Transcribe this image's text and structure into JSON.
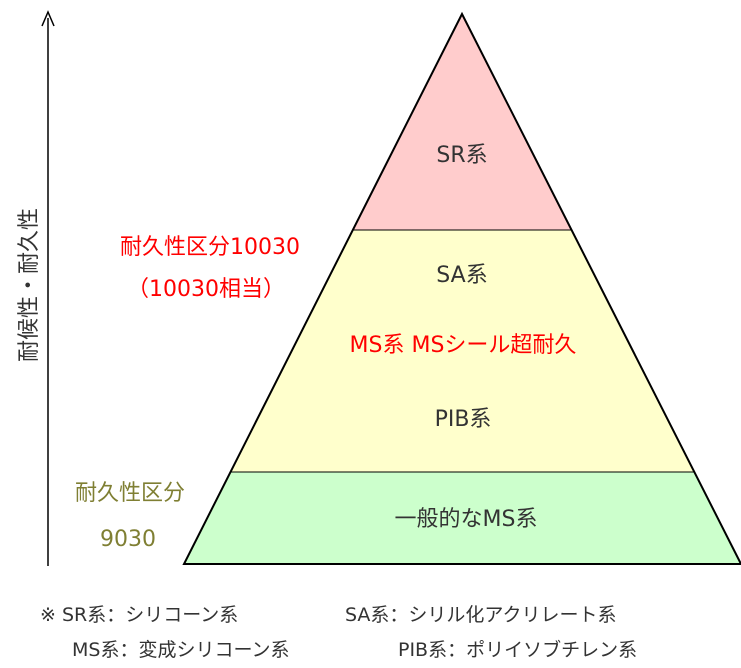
{
  "axis": {
    "label": "耐候性・耐久性"
  },
  "tiers": [
    {
      "labels": [
        "SR系"
      ],
      "fill": "#ffcccc"
    },
    {
      "labels": [
        "SA系",
        "MS系 MSシール超耐久",
        "PIB系"
      ],
      "fill": "#ffffcc"
    },
    {
      "labels": [
        "一般的なMS系"
      ],
      "fill": "#ccffcc"
    }
  ],
  "side_labels": {
    "upper": {
      "line1": "耐久性区分10030",
      "line2": "（10030相当）",
      "color": "#ff0000"
    },
    "lower": {
      "line1": "耐久性区分",
      "line2": "9030",
      "color": "#7f7f33"
    }
  },
  "colors": {
    "highlight": "#ff0000",
    "text": "#333333",
    "outline": "#000000"
  },
  "footnote": {
    "line1a": "※ SR系：シリコーン系",
    "line1b": "SA系：シリル化アクリレート系",
    "line2a": "MS系：変成シリコーン系",
    "line2b": "PIB系：ポリイソブチレン系"
  }
}
